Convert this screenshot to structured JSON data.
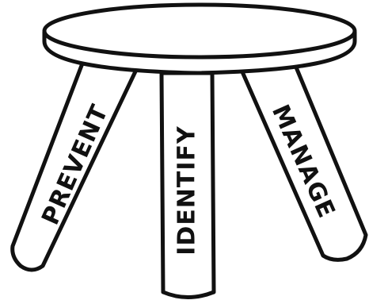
{
  "diagram": {
    "legs": [
      {
        "label": "PREVENT"
      },
      {
        "label": "IDENTIFY"
      },
      {
        "label": "MANAGE"
      }
    ]
  },
  "colors": {
    "ink": "#111111",
    "fill": "#ffffff",
    "background": "#ffffff"
  }
}
